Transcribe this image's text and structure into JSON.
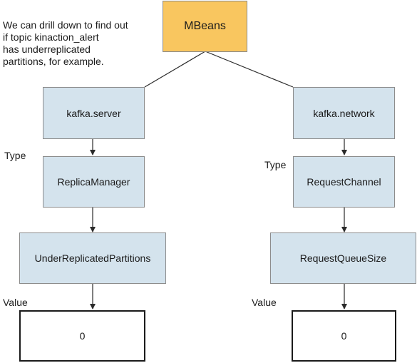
{
  "root": {
    "label": "MBeans",
    "color": "#f9c65f"
  },
  "note": "We can drill down to find out\nif topic kinaction_alert\nhas underreplicated\npartitions, for example.",
  "left": {
    "domain": "kafka.server",
    "type_label": "Type",
    "type": "ReplicaManager",
    "name": "UnderReplicatedPartitions",
    "value_label": "Value",
    "value": "0"
  },
  "right": {
    "domain": "kafka.network",
    "type_label": "Type",
    "type": "RequestChannel",
    "name": "RequestQueueSize",
    "value_label": "Value",
    "value": "0"
  },
  "colors": {
    "box_fill": "#d4e3ed",
    "box_border": "#8c8c8c",
    "value_border": "#1a1a1a"
  }
}
